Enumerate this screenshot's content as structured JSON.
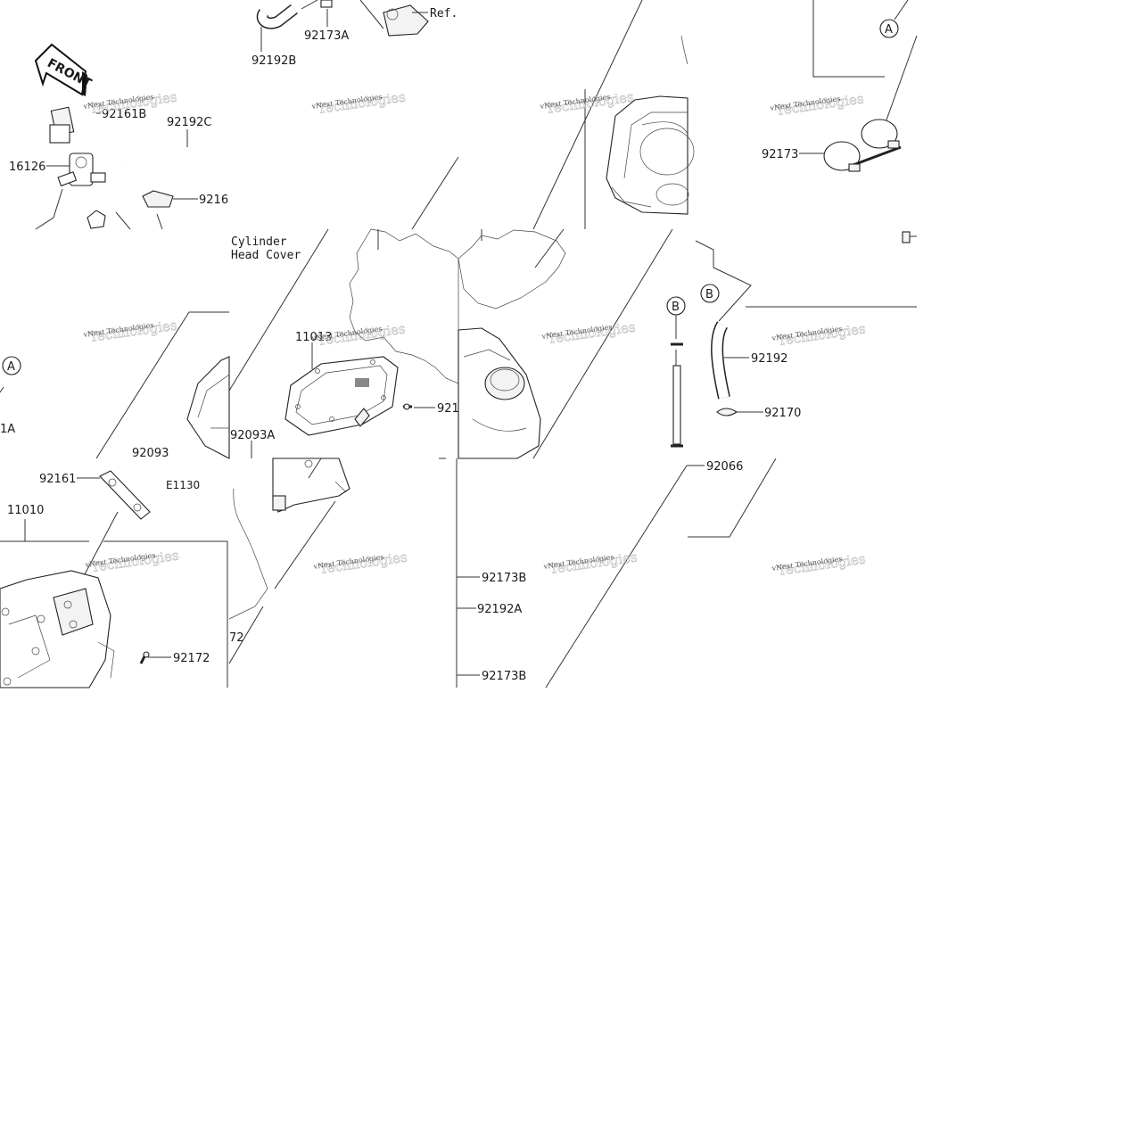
{
  "labels": {
    "ref": "Ref.",
    "p92173A": "92173A",
    "p92192B": "92192B",
    "p92161B": "92161B",
    "p92192C": "92192C",
    "p16126": "16126",
    "p9216": "9216",
    "cyl1": "Cylinder",
    "cyl2": "Head Cover",
    "p11013": "11013",
    "p92093A": "92093A",
    "p92093": "92093",
    "p92161": "92161",
    "pE1130": "E1130",
    "p11010": "11010",
    "p1A": "1A",
    "p72": "72",
    "p92172": "92172",
    "p921": "921",
    "p92173": "92173",
    "p92192": "92192",
    "p92170": "92170",
    "p92066": "92066",
    "p92173B_1": "92173B",
    "p92192A": "92192A",
    "p92173B_2": "92173B",
    "front": "FRONT",
    "circA": "A",
    "circB": "B"
  },
  "watermark": {
    "text": "vNext Technologies",
    "ghost": "Technologies"
  }
}
